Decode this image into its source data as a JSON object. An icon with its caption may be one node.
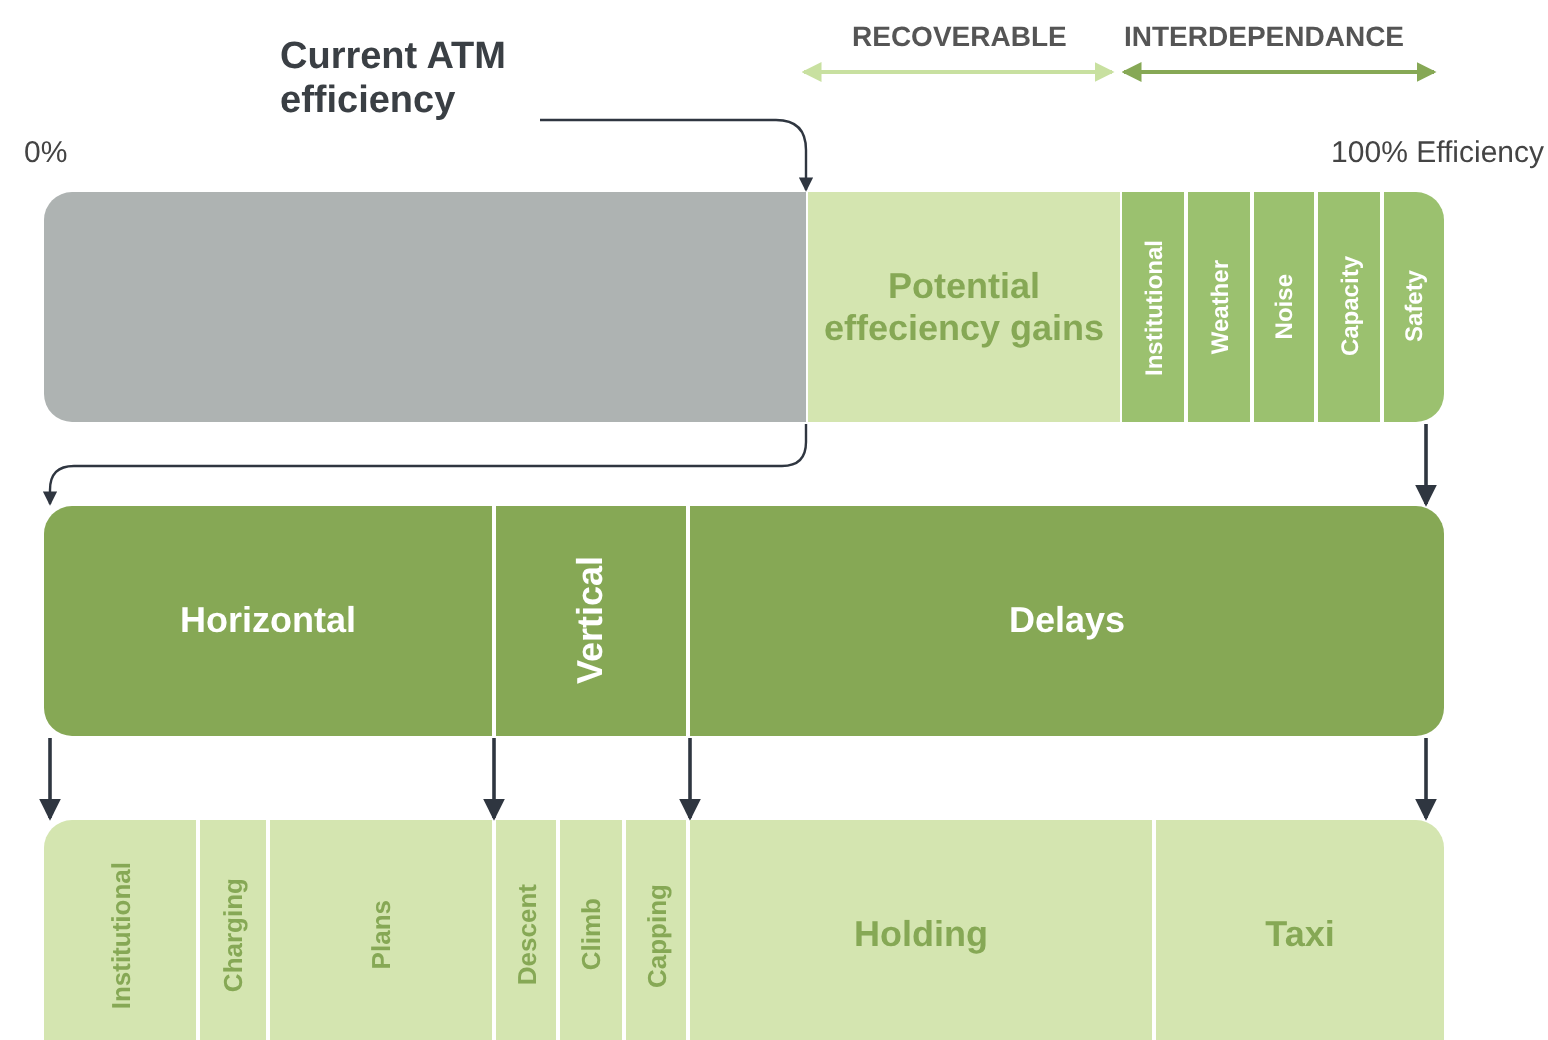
{
  "diagram": {
    "nodes": [
      {
        "text": [
          "Current ATM efficiency"
        ]
      },
      {
        "text": [],
        "shape": "bar"
      },
      {
        "text": [
          "Potential effeciency gains"
        ]
      },
      {
        "text": [
          "Institutional"
        ]
      },
      {
        "text": [
          "Weather"
        ]
      },
      {
        "text": [
          "Noise"
        ]
      },
      {
        "text": [
          "Capacity"
        ]
      },
      {
        "text": [
          "Safety"
        ]
      },
      {
        "text": [
          "Horizontal"
        ]
      },
      {
        "text": [
          "Vertical"
        ]
      },
      {
        "text": [
          "Delays"
        ]
      },
      {
        "text": [
          "Institutional"
        ]
      },
      {
        "text": [
          "Charging"
        ]
      },
      {
        "text": [
          "Plans"
        ]
      },
      {
        "text": [
          "Descent"
        ]
      },
      {
        "text": [
          "Climb"
        ]
      },
      {
        "text": [
          "Capping"
        ]
      },
      {
        "text": [
          "Holding"
        ]
      },
      {
        "text": [
          "Taxi"
        ]
      }
    ],
    "edges": [
      {
        "from": 0,
        "to": 1,
        "arrow": "to"
      },
      {
        "from": 1,
        "to": 8,
        "arrow": "to"
      },
      {
        "from": 7,
        "to": 10,
        "arrow": "to"
      },
      {
        "from": 8,
        "to": 11,
        "arrow": "to"
      },
      {
        "from": 8,
        "to": 13,
        "arrow": "to"
      },
      {
        "from": 10,
        "to": 17,
        "arrow": "to"
      },
      {
        "from": 10,
        "to": 18,
        "arrow": "to"
      }
    ],
    "labels": [
      "RECOVERABLE",
      "INTERDEPENDANCE",
      "0%",
      "100% Efficiency"
    ]
  }
}
